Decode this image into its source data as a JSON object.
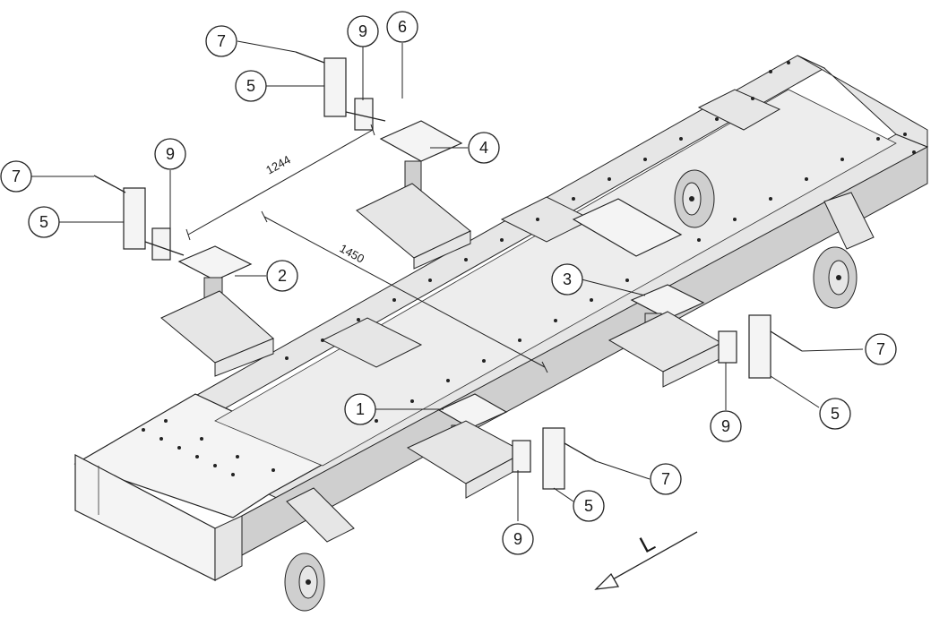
{
  "callouts": {
    "c1": "1",
    "c2": "2",
    "c3": "3",
    "c4": "4",
    "c5a": "5",
    "c5b": "5",
    "c5c": "5",
    "c5d": "5",
    "c6": "6",
    "c7a": "7",
    "c7b": "7",
    "c7c": "7",
    "c7d": "7",
    "c9a": "9",
    "c9b": "9",
    "c9c": "9",
    "c9d": "9"
  },
  "dimensions": {
    "d1": "1244",
    "d2": "1450"
  },
  "direction_label": "L",
  "colors": {
    "line": "#222222",
    "paper": "#ffffff",
    "shade": "#cfcfcf"
  }
}
